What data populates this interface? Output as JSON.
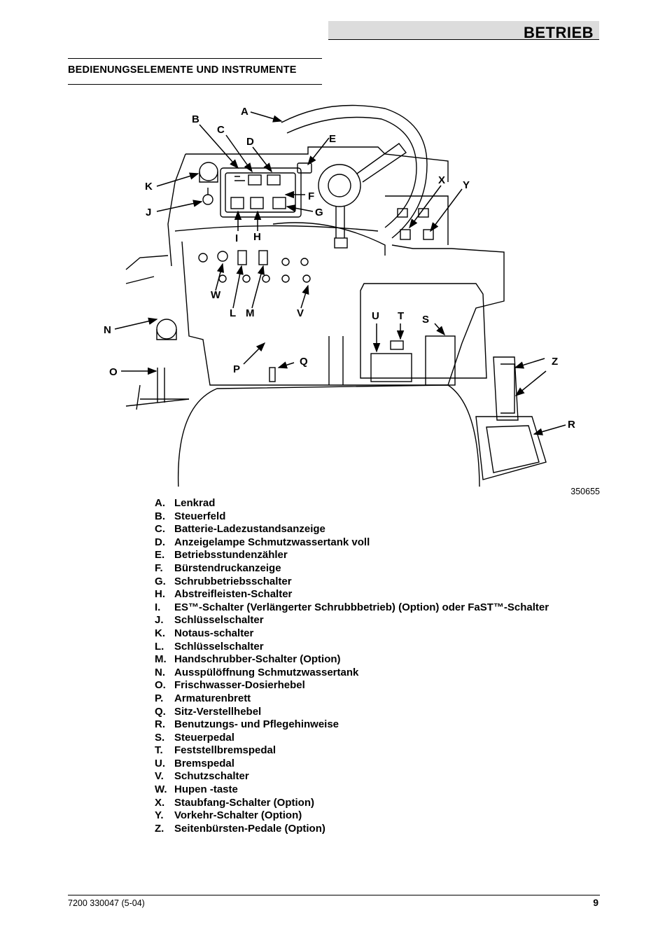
{
  "header": {
    "title": "BETRIEB"
  },
  "section": {
    "title": "BEDIENUNGSELEMENTE UND INSTRUMENTE"
  },
  "figure": {
    "number": "350655",
    "callouts": [
      "A",
      "B",
      "C",
      "D",
      "E",
      "F",
      "G",
      "H",
      "I",
      "J",
      "K",
      "L",
      "M",
      "N",
      "O",
      "P",
      "Q",
      "R",
      "S",
      "T",
      "U",
      "V",
      "W",
      "X",
      "Y",
      "Z"
    ]
  },
  "legend": [
    {
      "key": "A.",
      "text": "Lenkrad"
    },
    {
      "key": "B.",
      "text": "Steuerfeld"
    },
    {
      "key": "C.",
      "text": "Batterie-Ladezustandsanzeige"
    },
    {
      "key": "D.",
      "text": "Anzeigelampe Schmutzwassertank voll"
    },
    {
      "key": "E.",
      "text": "Betriebsstundenzähler"
    },
    {
      "key": "F.",
      "text": "Bürstendruckanzeige"
    },
    {
      "key": "G.",
      "text": "Schrubbetriebsschalter"
    },
    {
      "key": "H.",
      "text": "Abstreifleisten-Schalter"
    },
    {
      "key": "I.",
      "text": "ES™-Schalter (Verlängerter Schrubbbetrieb) (Option) oder FaST™-Schalter"
    },
    {
      "key": "J.",
      "text": "Schlüsselschalter"
    },
    {
      "key": "K.",
      "text": "Notaus-schalter"
    },
    {
      "key": "L.",
      "text": "Schlüsselschalter"
    },
    {
      "key": "M.",
      "text": "Handschrubber-Schalter (Option)"
    },
    {
      "key": "N.",
      "text": "Ausspülöffnung Schmutzwassertank"
    },
    {
      "key": "O.",
      "text": "Frischwasser-Dosierhebel"
    },
    {
      "key": "P.",
      "text": "Armaturenbrett"
    },
    {
      "key": "Q.",
      "text": "Sitz-Verstellhebel"
    },
    {
      "key": "R.",
      "text": "Benutzungs- und Pflegehinweise"
    },
    {
      "key": "S.",
      "text": "Steuerpedal"
    },
    {
      "key": "T.",
      "text": "Feststellbremspedal"
    },
    {
      "key": "U.",
      "text": "Bremspedal"
    },
    {
      "key": "V.",
      "text": "Schutzschalter"
    },
    {
      "key": "W.",
      "text": "Hupen -taste"
    },
    {
      "key": "X.",
      "text": "Staubfang-Schalter (Option)"
    },
    {
      "key": "Y.",
      "text": "Vorkehr-Schalter (Option)"
    },
    {
      "key": "Z.",
      "text": "Seitenbürsten-Pedale (Option)"
    }
  ],
  "footer": {
    "doc_number": "7200 330047 (5-04)",
    "page": "9"
  }
}
